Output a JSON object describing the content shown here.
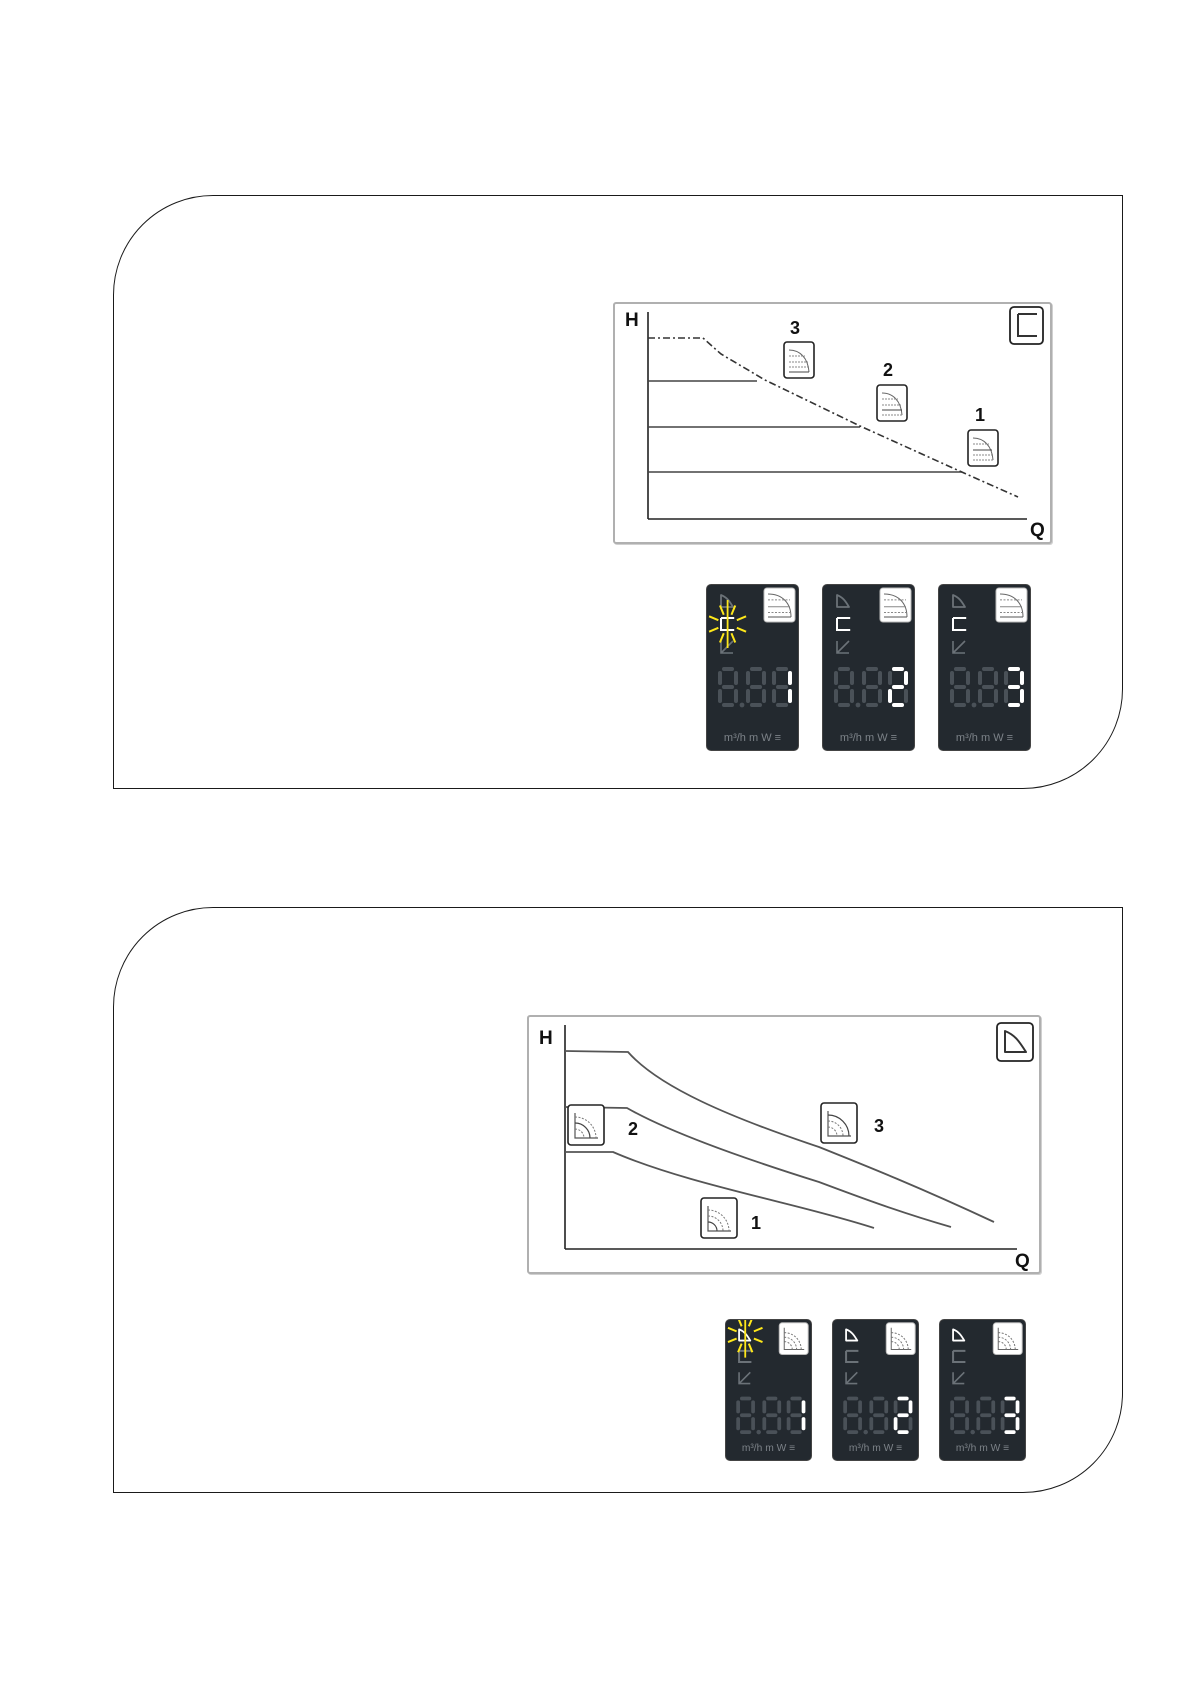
{
  "panel_top": {
    "graph": {
      "y_axis": "H",
      "x_axis": "Q",
      "mode_icon": "constant-pressure-icon",
      "curves": [
        {
          "label": "1",
          "icon": "pressure-curve-icon"
        },
        {
          "label": "2",
          "icon": "pressure-curve-icon"
        },
        {
          "label": "3",
          "icon": "pressure-curve-icon"
        }
      ]
    },
    "displays": [
      {
        "digit": "1",
        "units": "m³/h m  W",
        "blinking_icon": "constant-pressure-icon",
        "blink_color": "#ffe81a"
      },
      {
        "digit": "2",
        "units": "m³/h m  W"
      },
      {
        "digit": "3",
        "units": "m³/h m  W"
      }
    ]
  },
  "panel_bottom": {
    "graph": {
      "y_axis": "H",
      "x_axis": "Q",
      "mode_icon": "proportional-pressure-icon",
      "curves": [
        {
          "label": "1",
          "icon": "proportional-curve-icon"
        },
        {
          "label": "2",
          "icon": "proportional-curve-icon"
        },
        {
          "label": "3",
          "icon": "proportional-curve-icon"
        }
      ]
    },
    "displays": [
      {
        "digit": "1",
        "units": "m³/h m  W",
        "blinking_icon": "proportional-pressure-icon",
        "blink_color": "#ffe81a"
      },
      {
        "digit": "2",
        "units": "m³/h m  W"
      },
      {
        "digit": "3",
        "units": "m³/h m  W"
      }
    ]
  },
  "colors": {
    "lcd_bg": "#23292f",
    "lcd_lit": "#ffffff",
    "lcd_dim": "#4a5158",
    "blink": "#ffe81a"
  }
}
